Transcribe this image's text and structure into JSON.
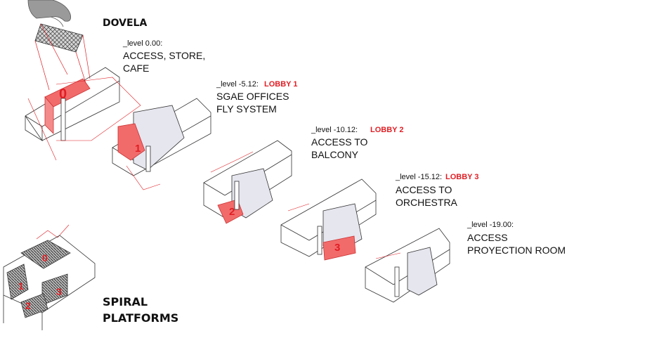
{
  "header": {
    "title": "DOVELA"
  },
  "footer": {
    "line1": "SPIRAL",
    "line2": "PLATFORMS"
  },
  "levels": [
    {
      "level": "_level 0.00:",
      "lobby": "",
      "line1": "ACCESS, STORE,",
      "line2": "CAFE",
      "marker": "0"
    },
    {
      "level": "_level -5.12:",
      "lobby": "LOBBY 1",
      "line1": "SGAE OFFICES",
      "line2": "FLY SYSTEM",
      "marker": "1"
    },
    {
      "level": "_level -10.12:",
      "lobby": "LOBBY 2",
      "line1": "ACCESS TO",
      "line2": "BALCONY",
      "marker": "2"
    },
    {
      "level": "_level -15.12:",
      "lobby": "LOBBY 3",
      "line1": "ACCESS  TO",
      "line2": "ORCHESTRA",
      "marker": "3"
    },
    {
      "level": "_level -19.00:",
      "lobby": "",
      "line1": "ACCESS",
      "line2": "PROYECTION ROOM",
      "marker": ""
    }
  ],
  "spiral_markers": [
    "0",
    "1",
    "2",
    "3"
  ],
  "colors": {
    "highlight": "#f26b6b",
    "accent": "#e01e24",
    "line": "#222222",
    "wall": "#e6e6ef"
  }
}
